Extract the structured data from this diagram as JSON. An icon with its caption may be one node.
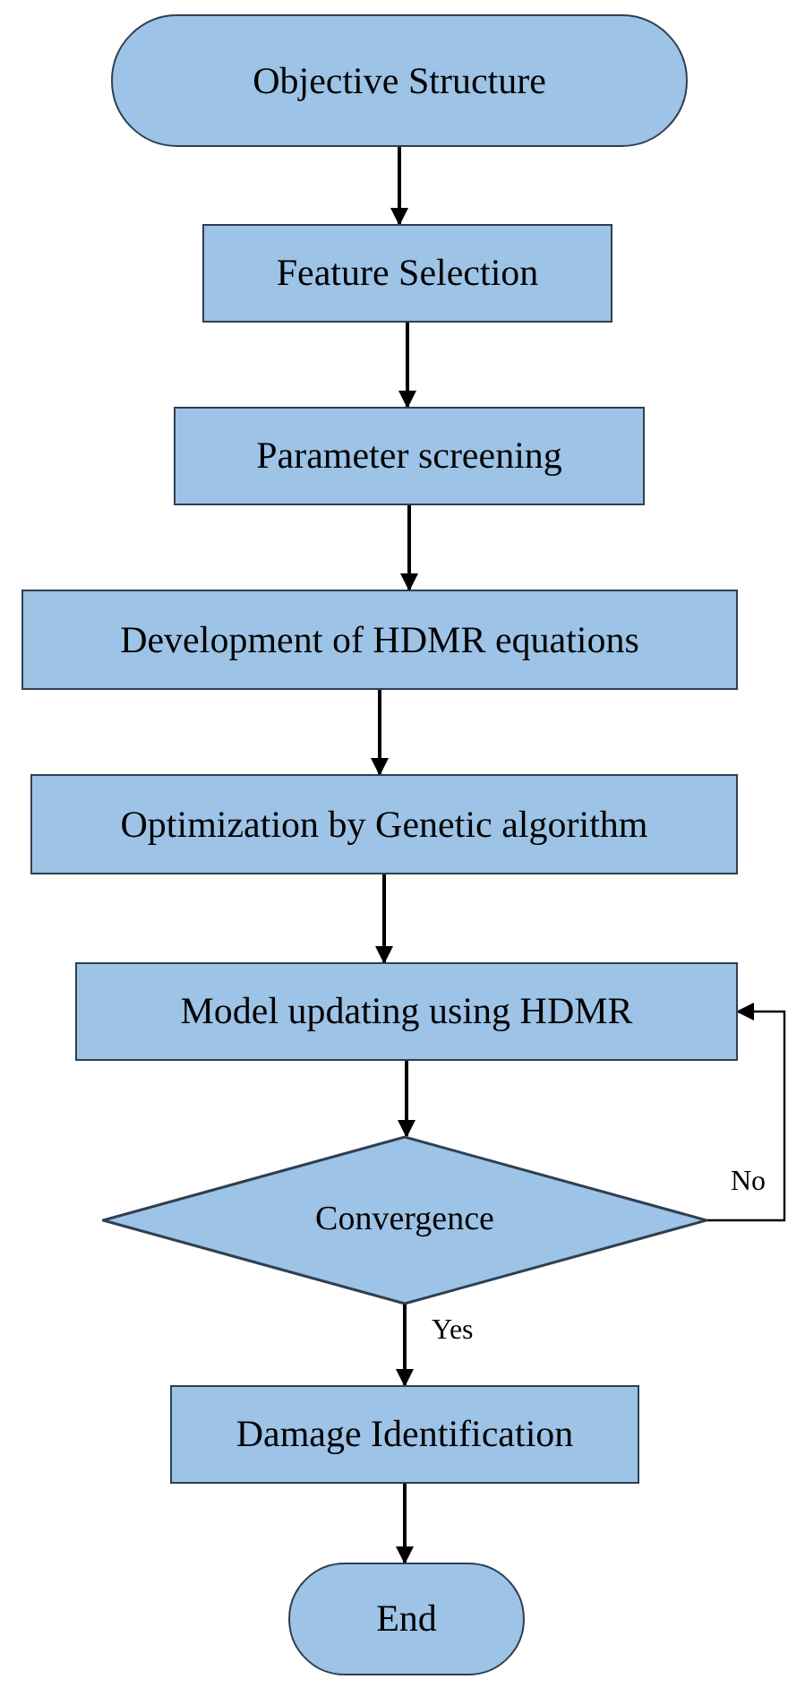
{
  "diagram": {
    "nodes": [
      {
        "text": [
          "Objective Structure"
        ]
      },
      {
        "text": [
          "Feature Selection"
        ]
      },
      {
        "text": [
          "Parameter screening"
        ]
      },
      {
        "text": [
          "Development of HDMR equations"
        ]
      },
      {
        "text": [
          "Optimization by Genetic algorithm"
        ]
      },
      {
        "text": [
          "Model updating using HDMR"
        ]
      },
      {
        "text": [
          "Convergence"
        ]
      },
      {
        "text": [
          "Damage Identification"
        ]
      },
      {
        "text": [
          "End"
        ]
      }
    ],
    "edges": [
      {
        "from": 0,
        "to": 1,
        "arrow": "to"
      },
      {
        "from": 1,
        "to": 2,
        "arrow": "to"
      },
      {
        "from": 2,
        "to": 3,
        "arrow": "to"
      },
      {
        "from": 3,
        "to": 4,
        "arrow": "to"
      },
      {
        "from": 4,
        "to": 5,
        "arrow": "to"
      },
      {
        "from": 5,
        "to": 6,
        "arrow": "to"
      },
      {
        "from": 6,
        "to": 5,
        "arrow": "to",
        "label": "No"
      },
      {
        "from": 6,
        "to": 7,
        "arrow": "to",
        "label": "Yes"
      },
      {
        "from": 7,
        "to": 8,
        "arrow": "to"
      }
    ]
  }
}
